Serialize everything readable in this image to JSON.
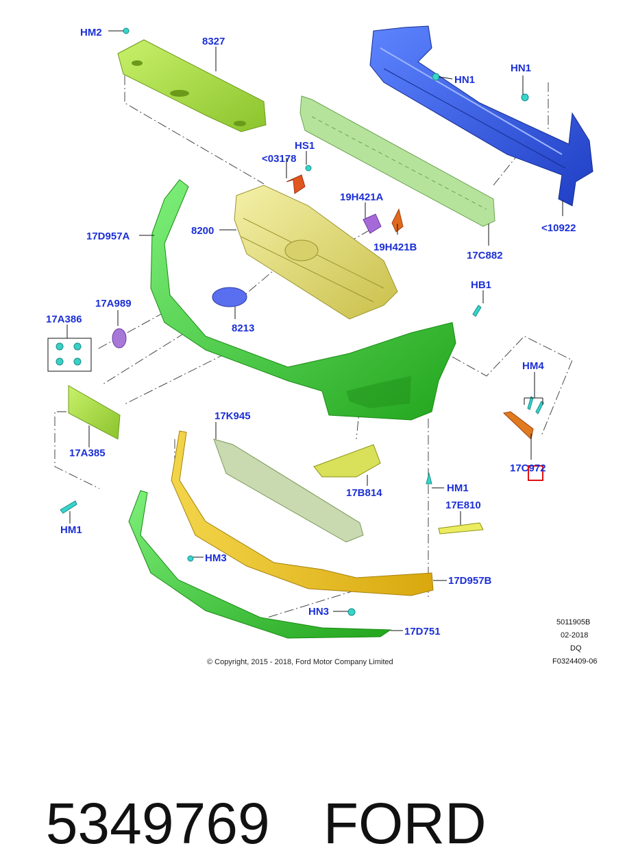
{
  "diagram": {
    "callouts": {
      "hm2": "HM2",
      "p8327": "8327",
      "hn1_top": "HN1",
      "hn1_right": "HN1",
      "hs1": "HS1",
      "p03178": "<03178",
      "p17d957a": "17D957A",
      "p8200": "8200",
      "p19h421a": "19H421A",
      "p19h421b": "19H421B",
      "p17c882": "17C882",
      "p10922": "<10922",
      "hb1": "HB1",
      "p17a989": "17A989",
      "p8213": "8213",
      "p17a386": "17A386",
      "hm4": "HM4",
      "p17a385": "17A385",
      "p17k945": "17K945",
      "p17c972": "17C972",
      "p17b814": "17B814",
      "hm1_center": "HM1",
      "hm1_left": "HM1",
      "p17e810": "17E810",
      "hm3": "HM3",
      "p17d957b": "17D957B",
      "hn3": "HN3",
      "p17d751": "17D751"
    },
    "meta": {
      "code": "5011905B",
      "date": "02-2018",
      "dq": "DQ",
      "figure": "F0324409-06"
    },
    "copyright": "© Copyright, 2015 - 2018, Ford Motor Company Limited"
  },
  "caption": {
    "part_number": "5349769",
    "brand": "FORD"
  },
  "colors": {
    "callout_text": "#1b2fd6",
    "bumper_green": "#3fd13a",
    "grille_yellow": "#e6e07a",
    "reinforcement_blue": "#3a5fe0",
    "absorber_green": "#a9dd90",
    "splitter_gold": "#e8c21e",
    "highlight_red": "#e01010"
  }
}
